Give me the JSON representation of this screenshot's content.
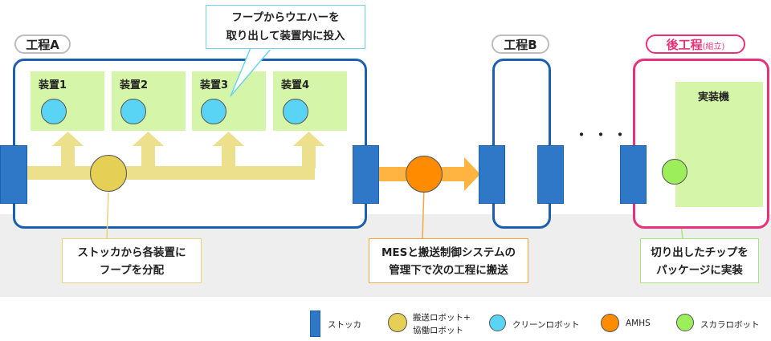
{
  "process_a": {
    "label": "工程A"
  },
  "process_b": {
    "label": "工程B"
  },
  "post_process": {
    "label": "後工程",
    "sub_label": "(組立)"
  },
  "equipment": [
    {
      "label": "装置1"
    },
    {
      "label": "装置2"
    },
    {
      "label": "装置3"
    },
    {
      "label": "装置4"
    }
  ],
  "mounter": {
    "label": "実装機"
  },
  "ellipsis": "・・・",
  "callouts": {
    "top": [
      "フープからウエハーを",
      "取り出して装置内に投入"
    ],
    "stocker": [
      "ストッカから各装置に",
      "フープを分配"
    ],
    "mes": [
      "MESと搬送制御システムの",
      "管理下で次の工程に搬送"
    ],
    "chip": [
      "切り出したチップを",
      "パッケージに実装"
    ]
  },
  "legend": [
    {
      "label": "ストッカ",
      "icon": "stocker-icon",
      "color": "#2f77c7"
    },
    {
      "label_line1": "搬送ロボット+",
      "label_line2": "協働ロボット",
      "icon": "yellow-circle-icon",
      "color": "#e6cf55"
    },
    {
      "label": "クリーンロボット",
      "icon": "cyan-circle-icon",
      "color": "#5ad4f5"
    },
    {
      "label": "AMHS",
      "icon": "orange-circle-icon",
      "color": "#ff8c00"
    },
    {
      "label": "スカラロボット",
      "icon": "green-circle-icon",
      "color": "#9cef5a"
    }
  ],
  "colors": {
    "blue_frame": "#1b5fb0",
    "pink_frame": "#e8317a",
    "equipment_fill": "#d5f5a8",
    "conveyor": "#ece08c",
    "amhs_arrow": "#ffb441"
  }
}
